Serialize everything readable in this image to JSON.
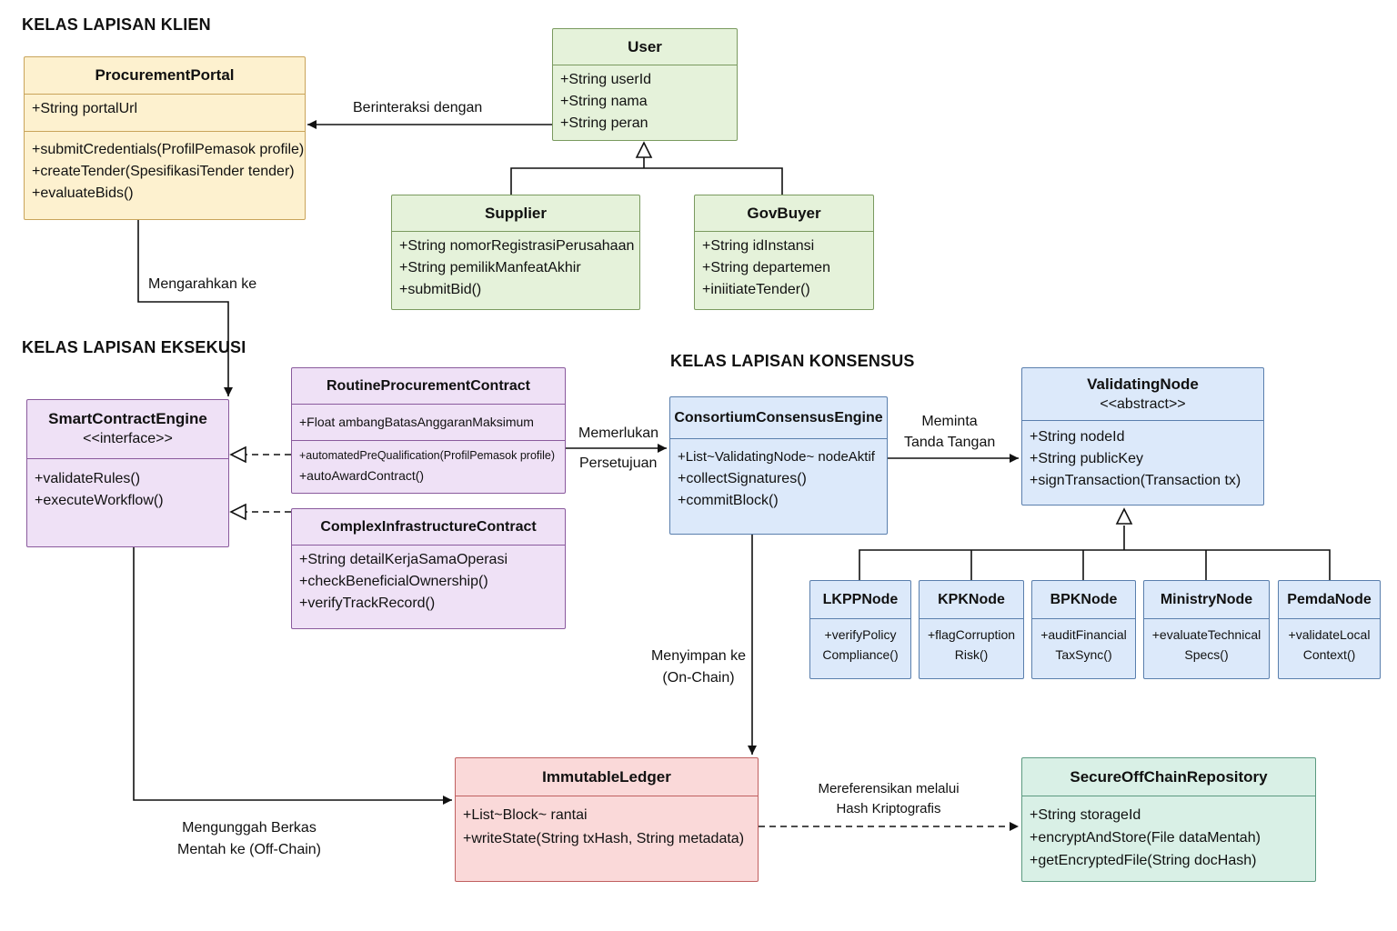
{
  "sections": {
    "client": "KELAS LAPISAN KLIEN",
    "execution": "KELAS LAPISAN EKSEKUSI",
    "consensus": "KELAS LAPISAN KONSENSUS"
  },
  "classes": {
    "procurement_portal": {
      "name": "ProcurementPortal",
      "attributes": [
        "+String portalUrl"
      ],
      "methods": [
        "+submitCredentials(ProfilPemasok profile)",
        "+createTender(SpesifikasiTender tender)",
        "+evaluateBids()"
      ]
    },
    "user": {
      "name": "User",
      "attributes": [
        "+String userId",
        "+String nama",
        "+String peran"
      ]
    },
    "supplier": {
      "name": "Supplier",
      "members": [
        "+String nomorRegistrasiPerusahaan",
        "+String pemilikManfeatAkhir",
        "+submitBid()"
      ]
    },
    "gov_buyer": {
      "name": "GovBuyer",
      "members": [
        "+String idInstansi",
        "+String departemen",
        "+iniitiateTender()"
      ]
    },
    "smart_contract_engine": {
      "name": "SmartContractEngine",
      "stereotype": "<<interface>>",
      "methods": [
        "+validateRules()",
        "+executeWorkflow()"
      ]
    },
    "routine_contract": {
      "name": "RoutineProcurementContract",
      "attributes": [
        "+Float ambangBatasAnggaranMaksimum"
      ],
      "methods": [
        "+automatedPreQualification(ProfilPemasok profile)",
        "+autoAwardContract()"
      ]
    },
    "complex_contract": {
      "name": "ComplexInfrastructureContract",
      "members": [
        "+String detailKerjaSamaOperasi",
        "+checkBeneficialOwnership()",
        "+verifyTrackRecord()"
      ]
    },
    "consensus_engine": {
      "name": "ConsortiumConsensusEngine",
      "members": [
        "+List~ValidatingNode~ nodeAktif",
        "+collectSignatures()",
        "+commitBlock()"
      ]
    },
    "validating_node": {
      "name": "ValidatingNode",
      "stereotype": "<<abstract>>",
      "members": [
        "+String nodeId",
        "+String publicKey",
        "+signTransaction(Transaction tx)"
      ]
    },
    "lkpp_node": {
      "name": "LKPPNode",
      "members": [
        "+verifyPolicy",
        "Compliance()"
      ]
    },
    "kpk_node": {
      "name": "KPKNode",
      "members": [
        "+flagCorruption",
        "Risk()"
      ]
    },
    "bpk_node": {
      "name": "BPKNode",
      "members": [
        "+auditFinancial",
        "TaxSync()"
      ]
    },
    "ministry_node": {
      "name": "MinistryNode",
      "members": [
        "+evaluateTechnical",
        "Specs()"
      ]
    },
    "pemda_node": {
      "name": "PemdaNode",
      "members": [
        "+validateLocal",
        "Context()"
      ]
    },
    "immutable_ledger": {
      "name": "ImmutableLedger",
      "members": [
        "+List~Block~ rantai",
        "+writeState(String txHash, String metadata)"
      ]
    },
    "offchain_repo": {
      "name": "SecureOffChainRepository",
      "members": [
        "+String storageId",
        "+encryptAndStore(File dataMentah)",
        "+getEncryptedFile(String docHash)"
      ]
    }
  },
  "relations": {
    "interacts": "Berinteraksi dengan",
    "directs": "Mengarahkan ke",
    "requires": [
      "Memerlukan",
      "Persetujuan"
    ],
    "requests_signature": [
      "Meminta",
      "Tanda Tangan"
    ],
    "stores_onchain": [
      "Menyimpan ke",
      "(On-Chain)"
    ],
    "uploads_offchain": [
      "Mengunggah Berkas",
      "Mentah ke (Off-Chain)"
    ],
    "references_hash": [
      "Mereferensikan melalui",
      "Hash Kriptografis"
    ]
  },
  "colors": {
    "client": "#fdf1cf",
    "user": "#e5f2da",
    "execution": "#efe1f6",
    "consensus": "#dce9fa",
    "ledger": "#fad9d9",
    "offchain": "#d9f0e6"
  }
}
